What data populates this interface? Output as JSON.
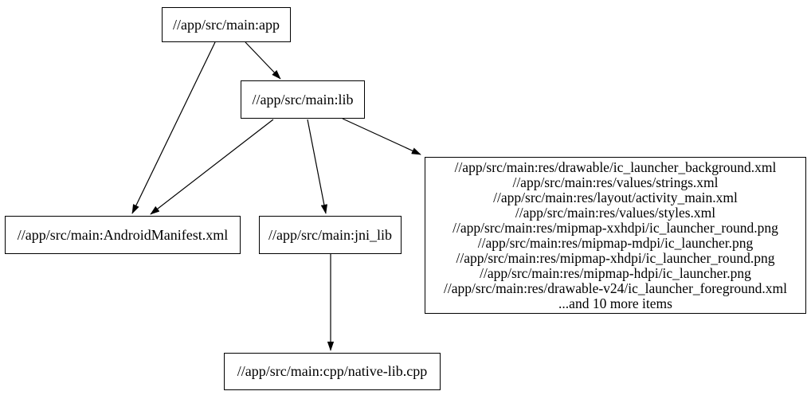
{
  "diagram": {
    "type": "dependency-graph",
    "background_color": "#ffffff",
    "line_color": "#000000",
    "text_color": "#000000",
    "nodes": {
      "app": {
        "label": "//app/src/main:app"
      },
      "lib": {
        "label": "//app/src/main:lib"
      },
      "android_manifest": {
        "label": "//app/src/main:AndroidManifest.xml"
      },
      "jni_lib": {
        "label": "//app/src/main:jni_lib"
      },
      "native_lib_cpp": {
        "label": "//app/src/main:cpp/native-lib.cpp"
      },
      "res_group": {
        "lines": [
          "//app/src/main:res/drawable/ic_launcher_background.xml",
          "//app/src/main:res/values/strings.xml",
          "//app/src/main:res/layout/activity_main.xml",
          "//app/src/main:res/values/styles.xml",
          "//app/src/main:res/mipmap-xxhdpi/ic_launcher_round.png",
          "//app/src/main:res/mipmap-mdpi/ic_launcher.png",
          "//app/src/main:res/mipmap-xhdpi/ic_launcher_round.png",
          "//app/src/main:res/mipmap-hdpi/ic_launcher.png",
          "//app/src/main:res/drawable-v24/ic_launcher_foreground.xml",
          "...and 10 more items"
        ]
      }
    },
    "edges": [
      {
        "from": "//app/src/main:app",
        "to": "//app/src/main:AndroidManifest.xml"
      },
      {
        "from": "//app/src/main:app",
        "to": "//app/src/main:lib"
      },
      {
        "from": "//app/src/main:lib",
        "to": "//app/src/main:AndroidManifest.xml"
      },
      {
        "from": "//app/src/main:lib",
        "to": "//app/src/main:jni_lib"
      },
      {
        "from": "//app/src/main:lib",
        "to": "res_group"
      },
      {
        "from": "//app/src/main:jni_lib",
        "to": "//app/src/main:cpp/native-lib.cpp"
      }
    ]
  }
}
